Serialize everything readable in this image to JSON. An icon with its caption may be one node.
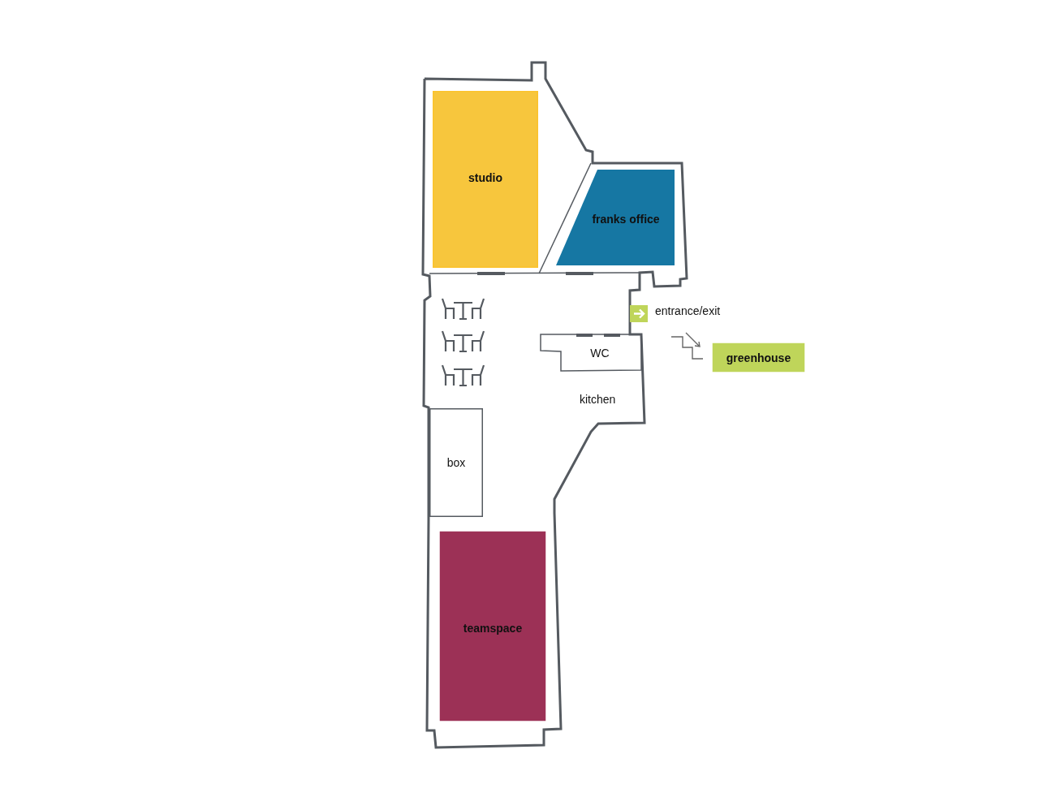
{
  "diagram": {
    "nodes": [
      {
        "text": [
          "studio"
        ]
      },
      {
        "text": [
          "franks office"
        ]
      },
      {
        "text": [
          "WC"
        ]
      },
      {
        "text": [
          "box"
        ]
      },
      {
        "text": [
          "teamspace"
        ]
      },
      {
        "text": [
          "greenhouse"
        ]
      }
    ],
    "labels": [
      "entrance/exit",
      "kitchen"
    ]
  }
}
